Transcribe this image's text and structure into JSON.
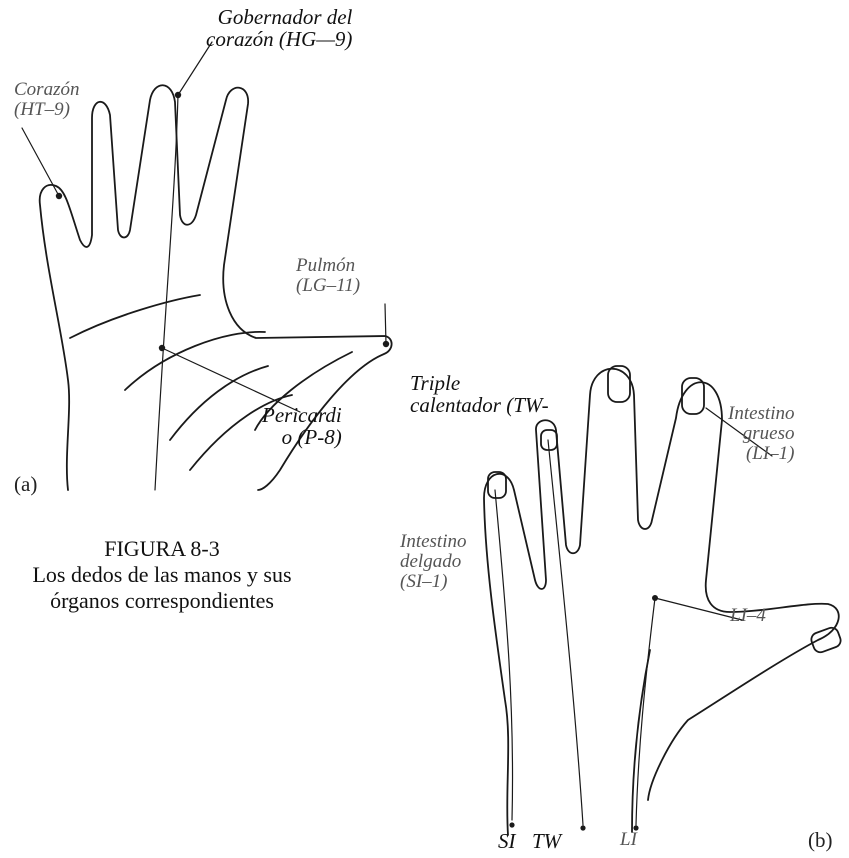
{
  "caption": {
    "title": "FIGURA 8-3",
    "line1": "Los dedos de las manos y sus",
    "line2": "órganos correspondientes"
  },
  "panel_a": {
    "letter": "(a)",
    "labels": {
      "heart_gov": [
        "Gobernador del",
        "corazón (HG—9)"
      ],
      "heart": [
        "Corazón",
        "(HT–9)"
      ],
      "lung": [
        "Pulmón",
        "(LG–11)"
      ],
      "pericardium": [
        "Pericardi",
        "o (P-8)"
      ]
    }
  },
  "panel_b": {
    "letter": "(b)",
    "labels": {
      "triple_warmer": [
        "Triple",
        "calentador (TW-"
      ],
      "large_intestine": [
        "Intestino",
        "grueso",
        "(LI–1)"
      ],
      "small_intestine": [
        "Intestino",
        "delgado",
        "(SI–1)"
      ],
      "li4": "LI–4",
      "bottom_si": "SI",
      "bottom_tw": "TW",
      "bottom_li": "LI"
    }
  },
  "colors": {
    "line": "#1a1a1a",
    "gray_text": "#555555",
    "dark_text": "#111111"
  }
}
